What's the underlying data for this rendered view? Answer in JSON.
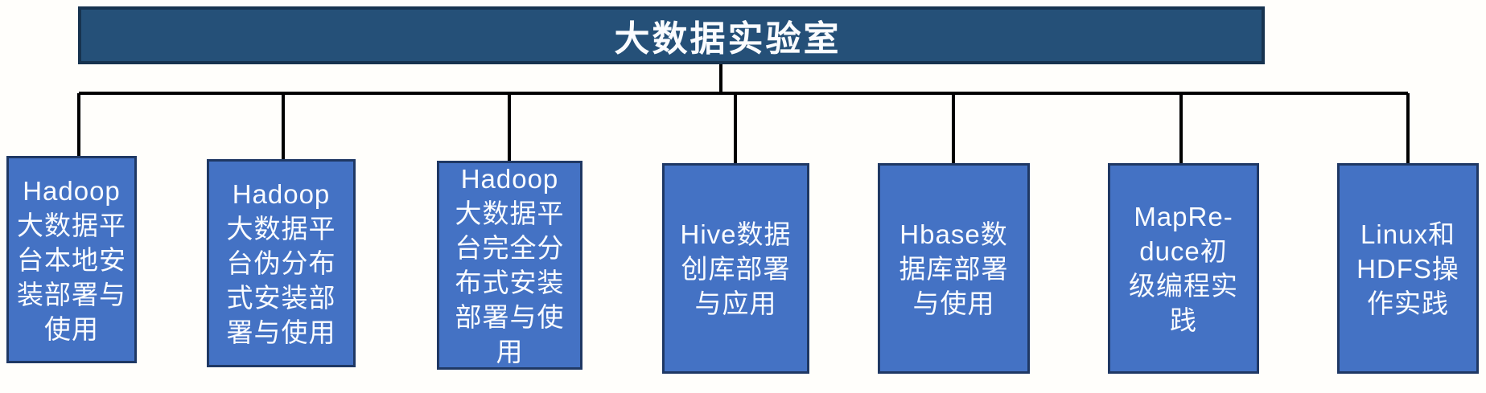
{
  "diagram": {
    "title": "大数据实验室",
    "nodes": [
      {
        "id": "hadoop-local",
        "label": "Hadoop\n大数据平\n台本地安\n装部署与\n使用"
      },
      {
        "id": "hadoop-pseudo",
        "label": "Hadoop\n大数据平\n台伪分布\n式安装部\n署与使用"
      },
      {
        "id": "hadoop-full",
        "label": "Hadoop\n大数据平\n台完全分\n布式安装\n部署与使\n用"
      },
      {
        "id": "hive",
        "label": "Hive数据\n创库部署\n与应用"
      },
      {
        "id": "hbase",
        "label": "Hbase数\n据库部署\n与使用"
      },
      {
        "id": "mapreduce",
        "label": "MapRe-\nduce初\n级编程实\n践"
      },
      {
        "id": "linux-hdfs",
        "label": "Linux和\nHDFS操\n作实践"
      }
    ]
  },
  "colors": {
    "page_bg": "#fffefb",
    "title_fill": "#255078",
    "title_border": "#17334f",
    "node_fill": "#4472c4",
    "node_border": "#1f3864",
    "connector": "#000000",
    "text": "#fafcff"
  }
}
